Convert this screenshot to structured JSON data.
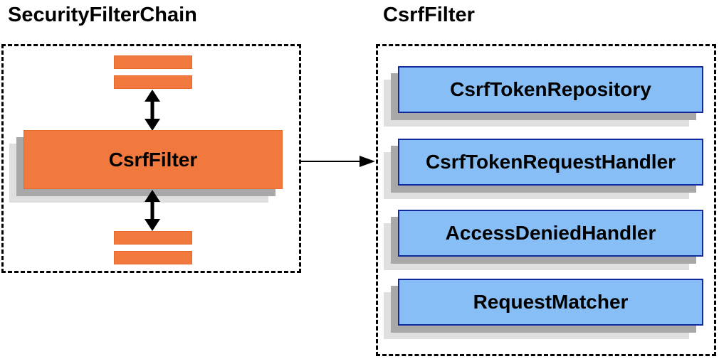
{
  "diagram": {
    "left_panel": {
      "title": "SecurityFilterChain",
      "filter_node_label": "CsrfFilter"
    },
    "right_panel": {
      "title": "CsrfFilter",
      "components": [
        {
          "label": "CsrfTokenRepository"
        },
        {
          "label": "CsrfTokenRequestHandler"
        },
        {
          "label": "AccessDeniedHandler"
        },
        {
          "label": "RequestMatcher"
        }
      ]
    },
    "colors": {
      "node_orange_fill": "#F2793E",
      "node_orange_border": "#E66A2C",
      "node_blue_fill": "#86BEF5",
      "node_blue_border": "#10299E",
      "shadow_dark": "#A8A8A8",
      "shadow_light": "#DFDFDF",
      "boundary_border": "#000000",
      "arrow": "#000000",
      "text": "#000000",
      "background": "#FFFFFF"
    }
  }
}
